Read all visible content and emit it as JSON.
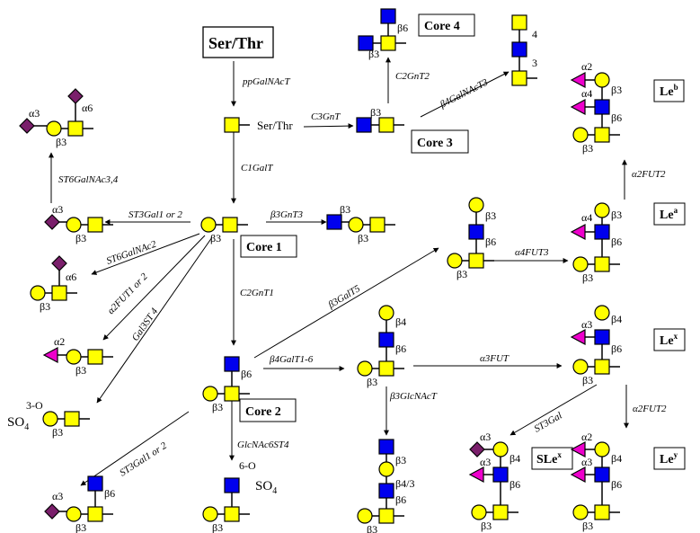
{
  "colors": {
    "galnac": "#ffff00",
    "gal": "#ffff00",
    "glcnac": "#0000ee",
    "fuc": "#ee00cc",
    "sia": "#7a1f6b",
    "stroke": "#000000"
  },
  "legend_symbols": {
    "galnac": "yellow-square",
    "gal": "yellow-circle",
    "glcnac": "blue-square",
    "fuc": "magenta-triangle",
    "sia": "purple-diamond"
  },
  "labels": {
    "ser_thr_box": "Ser/Thr",
    "ser_thr_tn": "Ser/Thr",
    "core1": "Core 1",
    "core2": "Core 2",
    "core3": "Core 3",
    "core4": "Core 4",
    "lea_base": "Le",
    "lea_sup": "a",
    "leb_base": "Le",
    "leb_sup": "b",
    "lex_base": "Le",
    "lex_sup": "x",
    "ley_base": "Le",
    "ley_sup": "y",
    "slex_base": "SLe",
    "slex_sup": "x",
    "so4_left_pre": "3-O",
    "so4_left": "SO",
    "so4_left_sub": "4",
    "so4_core2_pre": "6-O",
    "so4_core2": "SO",
    "so4_core2_sub": "4"
  },
  "enzymes": {
    "ppgalnact": "ppGalNAcT",
    "c1galt": "C1GalT",
    "c3gnt": "C3GnT",
    "c2gnt2": "C2GnT2",
    "b4galnact3": "β4GalNAcT3",
    "st6galnac34": "ST6GalNAc3,4",
    "st3gal1or2_a": "ST3Gal1 or 2",
    "b3gnt3": "β3GnT3",
    "st6galnac2": "ST6GalNAc2",
    "a2fut1or2": "α2FUT1 or 2",
    "gal3st4": "Gal3ST 4",
    "c2gnt1": "C2GnT1",
    "b3galt5": "β3GalT5",
    "b4galt16": "β4GalT1-6",
    "b3glcnact": "β3GlcNAcT",
    "glcnac6st4": "GlcNAc6ST4",
    "st3gal1or2_b": "ST3Gal1 or 2",
    "a4fut3": "α4FUT3",
    "a3fut": "α3FUT",
    "a2fut2_a": "α2FUT2",
    "a2fut2_b": "α2FUT2",
    "st3gal": "ST3Gal"
  },
  "linkages": {
    "a2": "α2",
    "a3": "α3",
    "a4": "α4",
    "a6": "α6",
    "b3": "β3",
    "b4": "β4",
    "b6": "β6",
    "b43": "β4/3",
    "n3": "3",
    "n4": "4"
  }
}
